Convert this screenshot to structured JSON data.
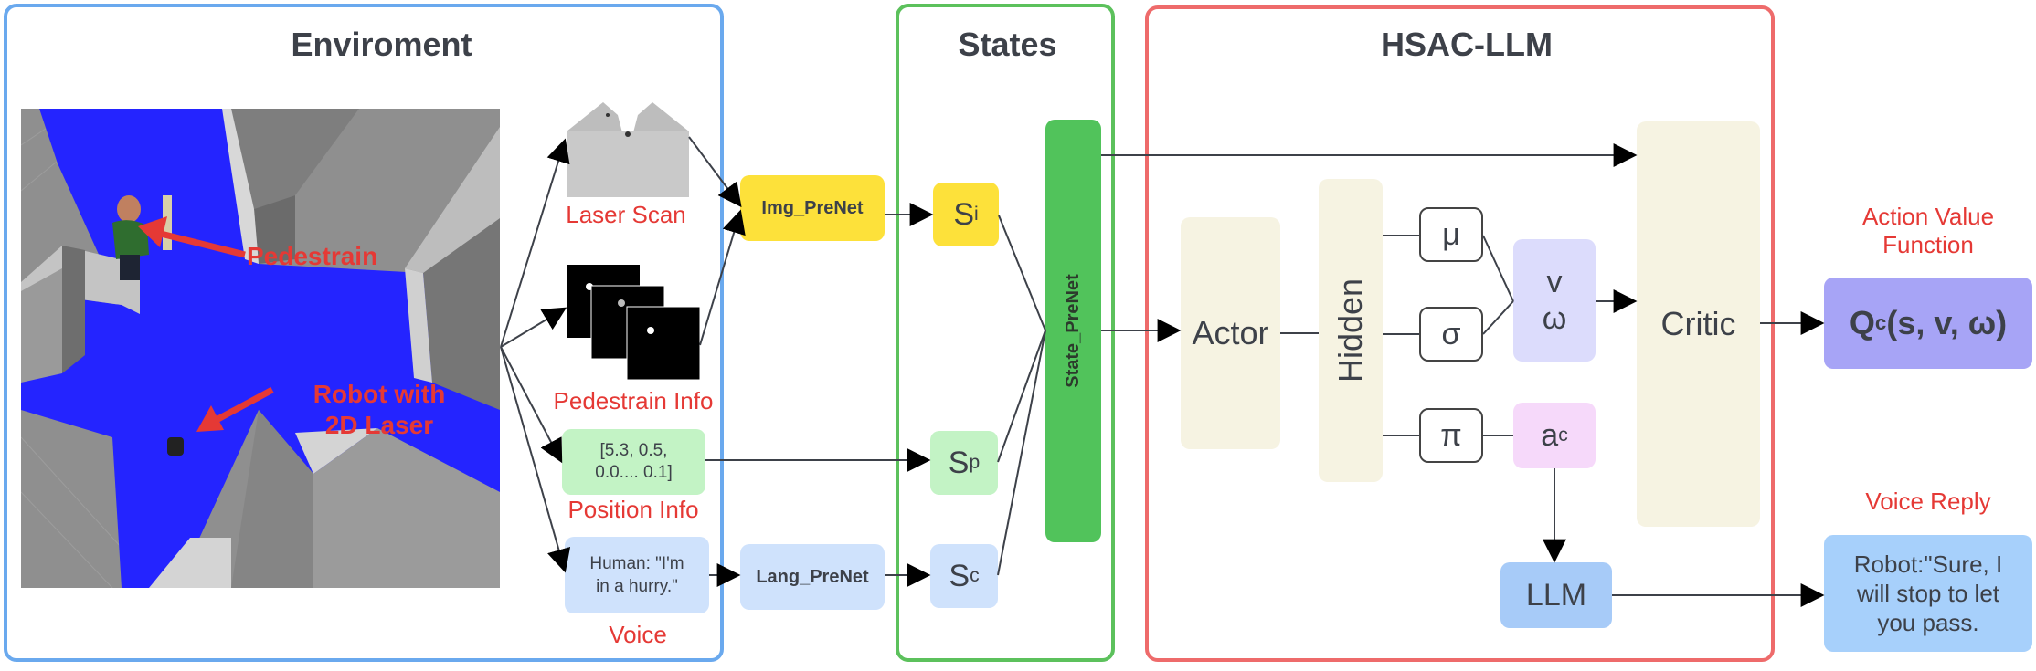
{
  "panels": {
    "environment_title": "Enviroment",
    "states_title": "States",
    "hsac_title": "HSAC-LLM"
  },
  "scene": {
    "pedestrian_label": "Pedestrain",
    "robot_label_line1": "Robot with",
    "robot_label_line2": "2D Laser"
  },
  "inputs": {
    "laser_scan": "Laser Scan",
    "pedestrian_info": "Pedestrain Info",
    "position_values_line1": "[5.3, 0.5,",
    "position_values_line2": "0.0.... 0.1]",
    "position_info": "Position Info",
    "voice_text_line1": "Human: \"I'm",
    "voice_text_line2": "in a hurry.\"",
    "voice": "Voice"
  },
  "prenets": {
    "img": "Img_PreNet",
    "lang": "Lang_PreNet",
    "state": "State_PreNet"
  },
  "states": {
    "s": "S",
    "i": "i",
    "p": "p",
    "c": "c"
  },
  "model": {
    "actor": "Actor",
    "hidden": "Hidden",
    "mu": "μ",
    "sigma": "σ",
    "pi": "π",
    "v": "v",
    "omega": "ω",
    "a": "a",
    "a_sub": "c",
    "critic": "Critic",
    "llm": "LLM"
  },
  "outputs": {
    "action_value_line1": "Action Value",
    "action_value_line2": "Function",
    "q_prefix": "Q",
    "q_sub": "c",
    "q_args": "(s, v, ω)",
    "voice_reply": "Voice Reply",
    "reply_line1": "Robot:\"Sure, I",
    "reply_line2": "will stop to let",
    "reply_line3": "you pass."
  },
  "colors": {
    "env_border": "#6aa9ee",
    "states_border": "#5cc15c",
    "hsac_border": "#ee6b6b",
    "yellow": "#fde13a",
    "light_green": "#c3f3c5",
    "light_blue": "#cfe2fc",
    "state_green": "#51c35b",
    "beige": "#f6f3e2",
    "lavender": "#dcdcfc",
    "pink": "#f6d9fa",
    "llm_blue": "#a7cbf8",
    "q_purple": "#a7a4f6",
    "reply_blue": "#a7d0fb",
    "arrow_red": "#e53935",
    "floor_blue": "#2424ff"
  }
}
